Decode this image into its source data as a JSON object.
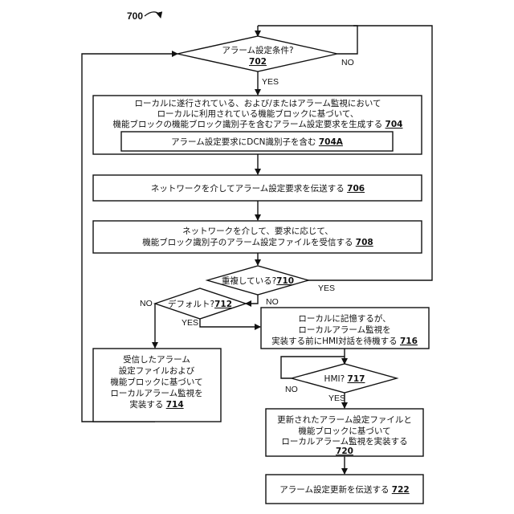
{
  "figure_number": "700",
  "d702": {
    "text": "アラーム設定条件?",
    "ref": "702"
  },
  "b704": {
    "line1": "ローカルに遂行されている、および/またはアラーム監視において",
    "line2": "ローカルに利用されている機能ブロックに基づいて、",
    "line3": "機能ブロックの機能ブロック識別子を含むアラーム設定要求を生成する",
    "ref": "704"
  },
  "b704a": {
    "text": "アラーム設定要求にDCN識別子を含む",
    "ref": "704A"
  },
  "b706": {
    "text": "ネットワークを介してアラーム設定要求を伝送する",
    "ref": "706"
  },
  "b708": {
    "line1": "ネットワークを介して、要求に応じて、",
    "line2": "機能ブロック識別子のアラーム設定ファイルを受信する",
    "ref": "708"
  },
  "d710": {
    "text": "重複している?",
    "ref": "710"
  },
  "d712": {
    "text": "デフォルト?",
    "ref": "712"
  },
  "b714": {
    "line1": "受信したアラーム",
    "line2": "設定ファイルおよび",
    "line3": "機能ブロックに基づいて",
    "line4": "ローカルアラーム監視を",
    "line5": "実装する",
    "ref": "714"
  },
  "b716": {
    "line1": "ローカルに記憶するが、",
    "line2": "ローカルアラーム監視を",
    "line3": "実装する前にHMI対話を待機する",
    "ref": "716"
  },
  "d717": {
    "text": "HMI?",
    "ref": "717"
  },
  "b720": {
    "line1": "更新されたアラーム設定ファイルと",
    "line2": "機能ブロックに基づいて",
    "line3": "ローカルアラーム監視を実装する",
    "ref": "720"
  },
  "b722": {
    "text": "アラーム設定更新を伝送する",
    "ref": "722"
  },
  "labels": {
    "yes": "YES",
    "no": "NO"
  }
}
